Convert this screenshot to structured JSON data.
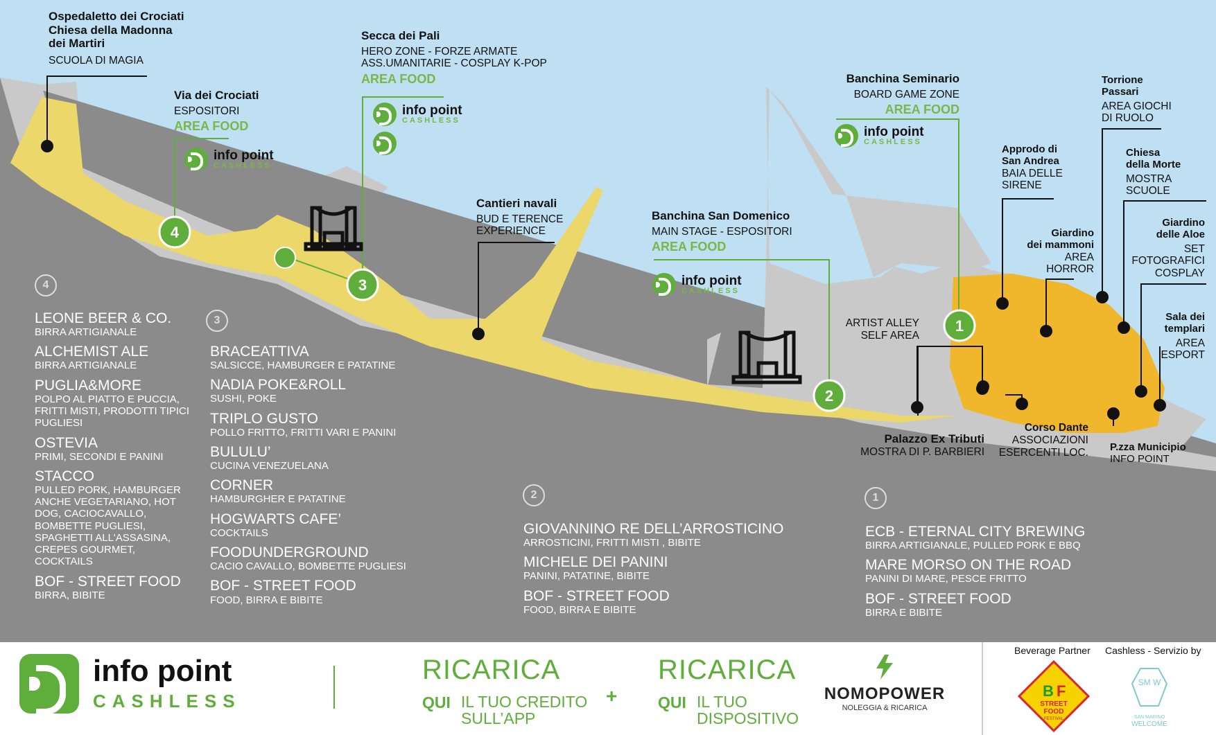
{
  "colors": {
    "sea": "#bfe0f3",
    "land": "#c9c9c9",
    "lower_land": "#8b8b8b",
    "route": "#ecd76a",
    "oldtown": "#f0b62c",
    "accent": "#7ab648",
    "brand_green": "#5fae3b"
  },
  "map": {
    "points": [
      {
        "title": "Ospedaletto dei Crociati\nChiesa della Madonna\ndei Martiri",
        "lines": [
          "SCUOLA DI MAGIA"
        ],
        "food": ""
      },
      {
        "title": "Via dei Crociati",
        "lines": [
          "ESPOSITORI"
        ],
        "food": "AREA FOOD"
      },
      {
        "title": "Secca dei Pali",
        "lines": [
          "HERO ZONE - FORZE ARMATE",
          "ASS.UMANITARIE - COSPLAY K-POP"
        ],
        "food": "AREA FOOD"
      },
      {
        "title": "Cantieri navali",
        "lines": [
          "BUD E TERENCE",
          "EXPERIENCE"
        ],
        "food": ""
      },
      {
        "title": "Banchina San Domenico",
        "lines": [
          "MAIN STAGE - ESPOSITORI"
        ],
        "food": "AREA FOOD"
      },
      {
        "title": "Banchina Seminario",
        "lines": [
          "BOARD GAME ZONE"
        ],
        "food": "AREA FOOD"
      },
      {
        "title": "",
        "lines": [
          "ARTIST ALLEY",
          "SELF AREA"
        ],
        "food": ""
      },
      {
        "title": "Palazzo Ex Tributi",
        "lines": [
          "MOSTRA DI P. BARBIERI"
        ],
        "food": ""
      },
      {
        "title": "Corso Dante",
        "lines": [
          "ASSOCIAZIONI",
          "ESERCENTI LOC."
        ],
        "food": ""
      },
      {
        "title": "P.zza Municipio",
        "lines": [
          "INFO POINT"
        ],
        "food": ""
      },
      {
        "title": "Approdo di\nSan Andrea",
        "lines": [
          "BAIA DELLE",
          "SIRENE"
        ],
        "food": ""
      },
      {
        "title": "Giardino\ndei mammoni",
        "lines": [
          "AREA",
          "HORROR"
        ],
        "food": ""
      },
      {
        "title": "Torrione\nPassari",
        "lines": [
          "AREA GIOCHI",
          "DI RUOLO"
        ],
        "food": ""
      },
      {
        "title": "Chiesa\ndella Morte",
        "lines": [
          "MOSTRA",
          "SCUOLE"
        ],
        "food": ""
      },
      {
        "title": "Giardino\ndelle Aloe",
        "lines": [
          "SET",
          "FOTOGRAFICI",
          "COSPLAY"
        ],
        "food": ""
      },
      {
        "title": "Sala dei\ntemplari",
        "lines": [
          "AREA",
          "ESPORT"
        ],
        "food": ""
      }
    ],
    "info_point": {
      "top": "info point",
      "bottom": "CASHLESS"
    },
    "zone_numbers": [
      "4",
      "3",
      "2",
      "1"
    ]
  },
  "zones": [
    {
      "number": "4",
      "vendors": [
        {
          "name": "LEONE BEER & CO.",
          "desc": "BIRRA ARTIGIANALE"
        },
        {
          "name": "ALCHEMIST ALE",
          "desc": "BIRRA ARTIGIANALE"
        },
        {
          "name": "PUGLIA&MORE",
          "desc": "POLPO AL PIATTO E PUCCIA, FRITTI MISTI, PRODOTTI TIPICI PUGLIESI"
        },
        {
          "name": "OSTEVIA",
          "desc": "PRIMI, SECONDI E PANINI"
        },
        {
          "name": "STACCO",
          "desc": "PULLED PORK, HAMBURGER ANCHE VEGETARIANO, HOT DOG, CACIOCAVALLO, BOMBETTE PUGLIESI, SPAGHETTI ALL'ASSASINA, CREPES GOURMET, COCKTAILS"
        },
        {
          "name": "BOF - STREET FOOD",
          "desc": "BIRRA, BIBITE"
        }
      ]
    },
    {
      "number": "3",
      "vendors": [
        {
          "name": "BRACEATTIVA",
          "desc": "SALSICCE, HAMBURGER E PATATINE"
        },
        {
          "name": "NADIA POKE&ROLL",
          "desc": "SUSHI, POKE"
        },
        {
          "name": "TRIPLO GUSTO",
          "desc": "POLLO FRITTO, FRITTI VARI E PANINI"
        },
        {
          "name": "BULULU’",
          "desc": "CUCINA VENEZUELANA"
        },
        {
          "name": "CORNER",
          "desc": "HAMBURGHER E PATATINE"
        },
        {
          "name": "HOGWARTS CAFE’",
          "desc": "COCKTAILS"
        },
        {
          "name": "FOODUNDERGROUND",
          "desc": "CACIO CAVALLO, BOMBETTE PUGLIESI"
        },
        {
          "name": "BOF - STREET FOOD",
          "desc": "FOOD, BIRRA E BIBITE"
        }
      ]
    },
    {
      "number": "2",
      "vendors": [
        {
          "name": "GIOVANNINO RE DELL’ARROSTICINO",
          "desc": "ARROSTICINI, FRITTI MISTI , BIBITE"
        },
        {
          "name": "MICHELE DEI PANINI",
          "desc": "PANINI, PATATINE, BIBITE"
        },
        {
          "name": "BOF - STREET FOOD",
          "desc": "FOOD, BIRRA E BIBITE"
        }
      ]
    },
    {
      "number": "1",
      "vendors": [
        {
          "name": "ECB - ETERNAL CITY BREWING",
          "desc": "BIRRA ARTIGIANALE, PULLED PORK E BBQ"
        },
        {
          "name": "MARE MORSO ON THE ROAD",
          "desc": "PANINI DI MARE, PESCE FRITTO"
        },
        {
          "name": "BOF - STREET FOOD",
          "desc": "BIRRA E BIBITE"
        }
      ]
    }
  ],
  "footer": {
    "info_point_top": "info point",
    "info_point_bottom": "CASHLESS",
    "ricarica1": {
      "head": "RICARICA",
      "qui": "QUI",
      "text": "IL TUO CREDITO\nSULL’APP"
    },
    "plus": "+",
    "ricarica2": {
      "head": "RICARICA",
      "qui": "QUI",
      "text": "IL TUO\nDISPOSITIVO"
    },
    "nomopower": {
      "name": "NOMOPOWER",
      "sub": "NOLEGGIA & RICARICA"
    },
    "beverage_partner": "Beverage Partner",
    "bof_logo": {
      "top": "B",
      "mid": "F",
      "line1": "STREET",
      "line2": "FOOD",
      "line3": "FESTIVAL"
    },
    "cashless_by": "Cashless - Servizio by",
    "smw_logo": {
      "mark": "SM\nW",
      "line1": "SAN MARINO",
      "line2": "WELCOME"
    }
  }
}
